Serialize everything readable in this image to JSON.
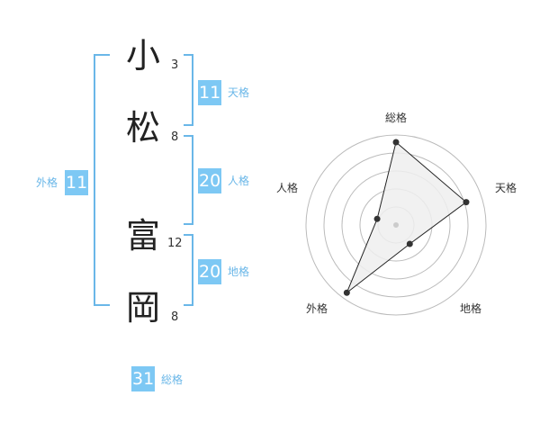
{
  "name": {
    "chars": [
      {
        "char": "小",
        "strokes": "3"
      },
      {
        "char": "松",
        "strokes": "8"
      },
      {
        "char": "富",
        "strokes": "12"
      },
      {
        "char": "岡",
        "strokes": "8"
      }
    ]
  },
  "kaku": {
    "ten": {
      "label": "天格",
      "value": "11"
    },
    "jin": {
      "label": "人格",
      "value": "20"
    },
    "chi": {
      "label": "地格",
      "value": "20"
    },
    "gai": {
      "label": "外格",
      "value": "11"
    },
    "so": {
      "label": "総格",
      "value": "31"
    }
  },
  "chart_data": {
    "type": "radar",
    "axes": [
      "総格",
      "天格",
      "地格",
      "外格",
      "人格"
    ],
    "values": [
      0.92,
      0.82,
      0.26,
      0.93,
      0.22
    ],
    "rings": 5,
    "colors": {
      "fill": "#efefef",
      "stroke": "#222222",
      "grid": "#bbbbbb",
      "point": "#333333",
      "center": "#cccccc"
    }
  }
}
